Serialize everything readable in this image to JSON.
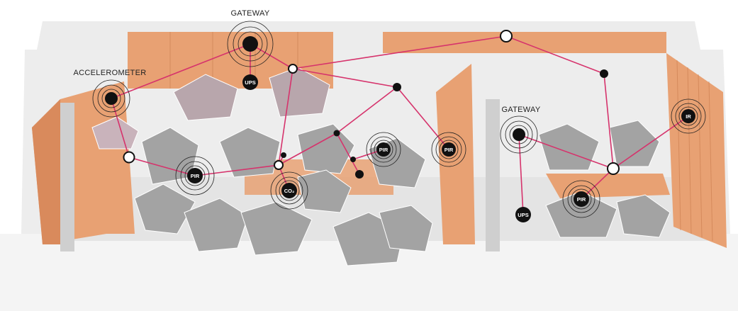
{
  "labels": {
    "gateway_left": "GATEWAY",
    "gateway_right": "GATEWAY",
    "accelerometer": "ACCELEROMETER"
  },
  "sensors": {
    "ups_left": "UPS",
    "ups_right": "UPS",
    "pir_left": "PIR",
    "pir_center": "PIR",
    "pir_mid": "PIR",
    "pir_right": "PIR",
    "co2": "CO₂",
    "ir": "IR"
  },
  "colors": {
    "link": "#d6336c",
    "wall_orange": "#e8a173",
    "wall_orange_dark": "#d98a5c",
    "floor": "#f1f1f1",
    "wall_grey": "#e6e6e6",
    "rubble": "#9a9a9a",
    "node_black": "#111111",
    "node_white": "#ffffff"
  }
}
